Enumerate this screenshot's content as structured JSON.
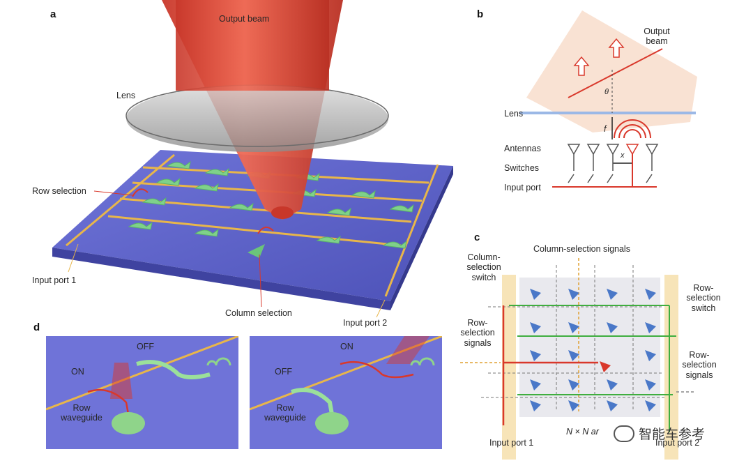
{
  "panels": {
    "a": {
      "tag": "a",
      "output_beam": "Output beam",
      "lens": "Lens",
      "row_selection": "Row selection",
      "input_port_1": "Input port 1",
      "column_selection": "Column selection",
      "input_port_2": "Input port 2"
    },
    "b": {
      "tag": "b",
      "output_beam": "Output beam",
      "lens": "Lens",
      "antennas": "Antennas",
      "switches": "Switches",
      "input_port": "Input port",
      "theta": "θ",
      "f": "f",
      "x": "x"
    },
    "c": {
      "tag": "c",
      "column_selection_signals": "Column-selection signals",
      "column_selection_switch": "Column-selection switch",
      "row_selection_switch": "Row-selection switch",
      "row_selection_signals_left": "Row-selection signals",
      "row_selection_signals_right": "Row-selection signals",
      "array": "N × N ar",
      "input_port_1": "Input port 1",
      "input_port_2": "Input port 2"
    },
    "d": {
      "tag": "d",
      "left": {
        "off": "OFF",
        "on": "ON",
        "row_waveguide": "Row waveguide"
      },
      "right": {
        "on": "ON",
        "off": "OFF",
        "row_waveguide": "Row waveguide"
      }
    }
  },
  "watermark": "智能车参考",
  "colors": {
    "substrate": "#5b5fc7",
    "beam": "#e3533f",
    "waveguide_gold": "#e8b64a",
    "antenna_green": "#8fd48a",
    "path_red": "#d9382b",
    "lens_blue": "#9bb8e6",
    "array_bg": "#e9e9ee",
    "selection_strip": "#f7e4b8"
  }
}
